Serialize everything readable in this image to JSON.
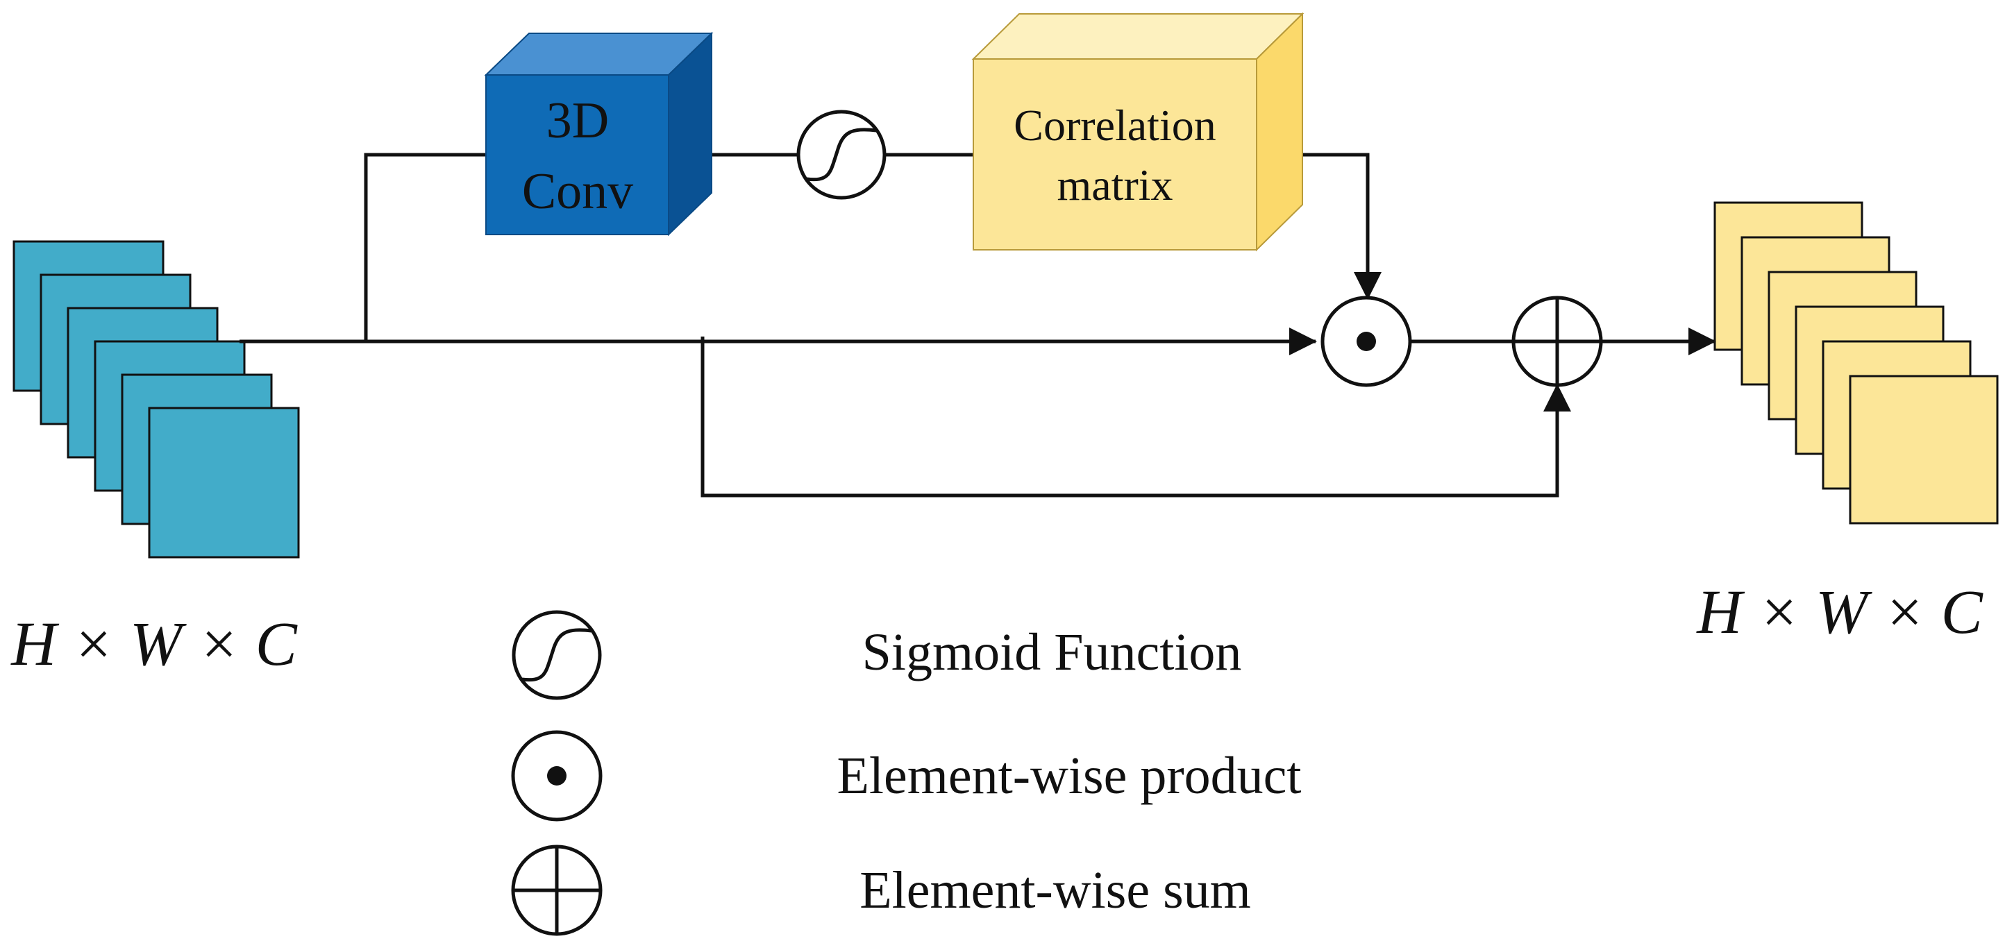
{
  "blocks": {
    "conv": {
      "line1": "3D",
      "line2": "Conv"
    },
    "correlation": {
      "line1": "Correlation",
      "line2": "matrix"
    }
  },
  "input": {
    "label": "H × W × C"
  },
  "output": {
    "label": "H × W × C"
  },
  "legend": {
    "sigmoid": "Sigmoid Function",
    "product": "Element-wise product",
    "sum": "Element-wise sum"
  },
  "colors": {
    "input_square": "#42acc9",
    "output_square": "#fce698",
    "conv_front": "#0f6bb6",
    "conv_top": "#4a91d2",
    "conv_side": "#0a5294",
    "corr_front": "#fce698",
    "corr_top": "#fdf1bf",
    "corr_side": "#fbd96b",
    "line": "#111111"
  }
}
